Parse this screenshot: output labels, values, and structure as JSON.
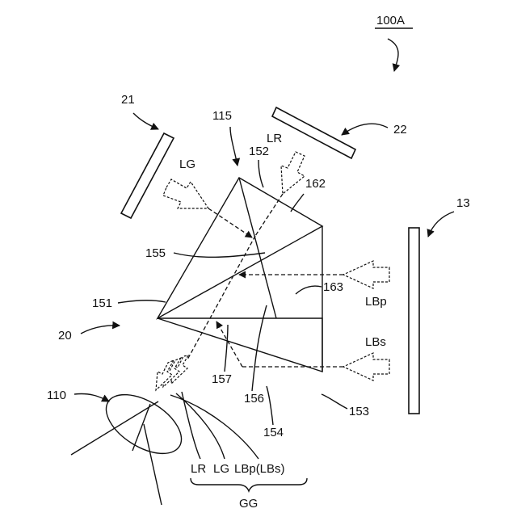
{
  "labels": {
    "device": "100A",
    "panel_left": "21",
    "panel_top": "22",
    "panel_right": "13",
    "prism_assembly": "115",
    "optical_unit": "20",
    "lens": "110",
    "light_red": "LR",
    "light_green": "LG",
    "light_blue_p": "LBp",
    "light_blue_s": "LBs",
    "ref_151": "151",
    "ref_152": "152",
    "ref_153": "153",
    "ref_154": "154",
    "ref_155": "155",
    "ref_156": "156",
    "ref_157": "157",
    "ref_162": "162",
    "ref_163": "163",
    "out_lr": "LR",
    "out_lg": "LG",
    "out_lb": "LBp(LBs)",
    "combined": "GG"
  }
}
